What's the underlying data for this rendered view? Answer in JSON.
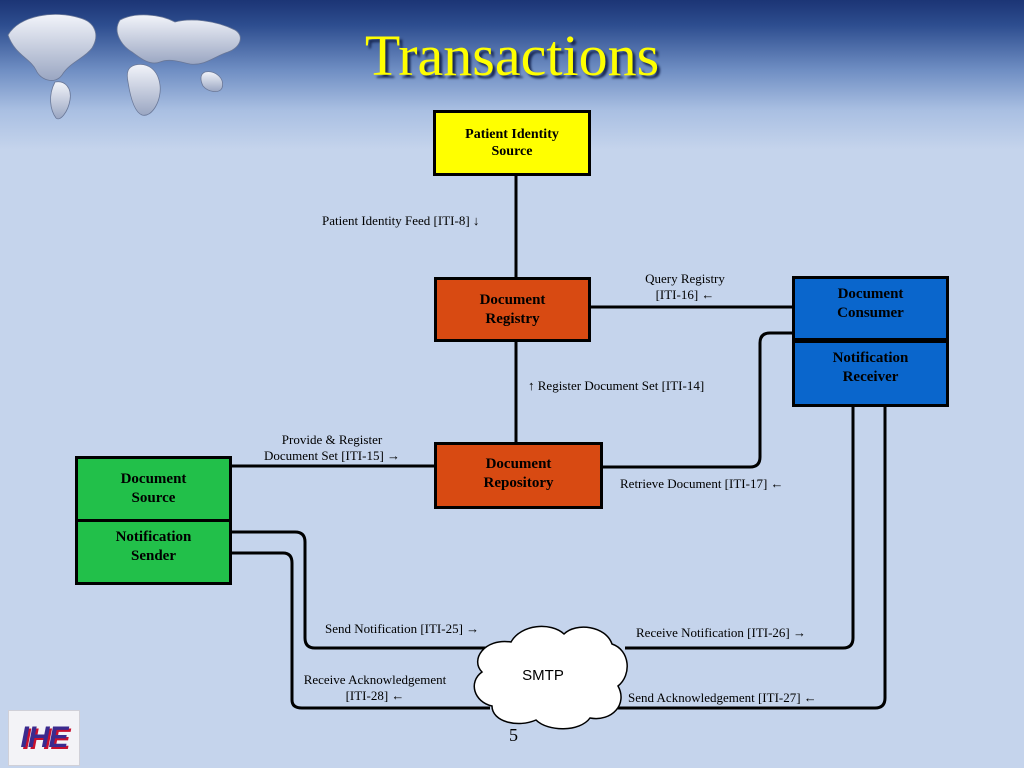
{
  "title": "Transactions",
  "page_number": "5",
  "logo_text": "IHE",
  "actors": {
    "patient_identity_source": "Patient Identity Source",
    "document_registry": "Document Registry",
    "document_consumer": "Document Consumer",
    "notification_receiver": "Notification Receiver",
    "document_repository": "Document Repository",
    "document_source": "Document Source",
    "notification_sender": "Notification Sender",
    "smtp": "SMTP"
  },
  "transactions": {
    "iti_8": "Patient Identity Feed [ITI-8] ↓",
    "iti_16_line1": "Query Registry",
    "iti_16_line2": "[ITI-16] ←",
    "iti_14": "↑ Register Document Set [ITI-14]",
    "iti_15_line1": "Provide & Register",
    "iti_15_line2": "Document Set [ITI-15] →",
    "iti_17": "Retrieve Document  [ITI-17] ←",
    "iti_25": "Send Notification [ITI-25] →",
    "iti_26": "Receive Notification [ITI-26] →",
    "iti_28_line1": "Receive Acknowledgement",
    "iti_28_line2": "[ITI-28] ←",
    "iti_27": "Send Acknowledgement [ITI-27] ←"
  },
  "colors": {
    "yellow": "#ffff00",
    "orange": "#d84a12",
    "blue": "#0a66cc",
    "green": "#22c04a"
  }
}
